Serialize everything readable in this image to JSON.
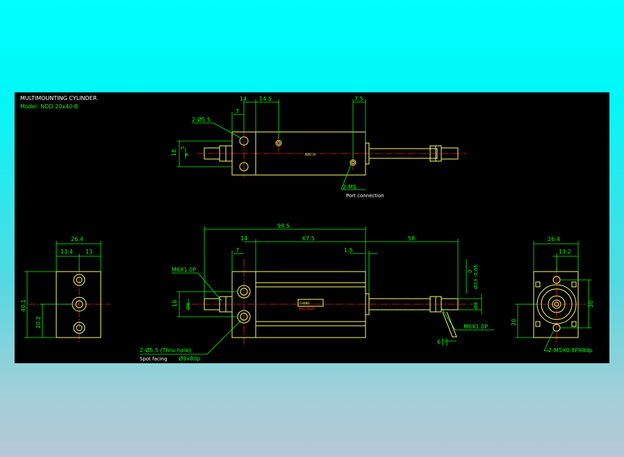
{
  "title": {
    "heading": "MULTIMOUNTING CYLINDER",
    "model": "Model: NDD 20x40-B"
  },
  "top_view": {
    "dims": {
      "d14": "14",
      "d14_5": "14.5",
      "d7": "7",
      "d7_5": "7.5",
      "d18": "18",
      "d5": "5",
      "d8": "8"
    },
    "hole_label": "2-Ø5.5",
    "port_label": "2-M5",
    "port_note": "Port connection",
    "body_text": "NDD 20"
  },
  "side_view": {
    "dims": {
      "d26_4": "26.4",
      "d13_4": "13.4",
      "d13": "13",
      "d40_1": "40.1",
      "d20_2": "20.2"
    }
  },
  "front_view": {
    "dims": {
      "d99_5": "99.5",
      "d14": "14",
      "d67_5": "67.5",
      "d7": "7",
      "d1_5": "1.5",
      "d58": "58",
      "d16": "16",
      "d8": "Ø8",
      "d8b": "Ø8",
      "d6": "6",
      "tol_top": "0",
      "tol_bot": "Ø13 -0.05"
    },
    "thread_left": "M6X1.0P",
    "thread_right": "M6X1.0P",
    "hole_label": "2-Ø5.5 (Thru-hole)",
    "spot_label": "Spot facing",
    "spot_value": "Ø9x8dp",
    "body_brand": "CHANG",
    "body_sub": "NDD 20x40"
  },
  "end_view": {
    "dims": {
      "d26_4": "26.4",
      "d13_2": "13.2",
      "d30": "30",
      "d20": "20"
    },
    "port_label": "2-M5X0.8PX8dp"
  },
  "colors": {
    "outline": "#ffff66",
    "dimension": "#00ff00",
    "centerline": "#ff2020",
    "text": "#ffffff"
  }
}
